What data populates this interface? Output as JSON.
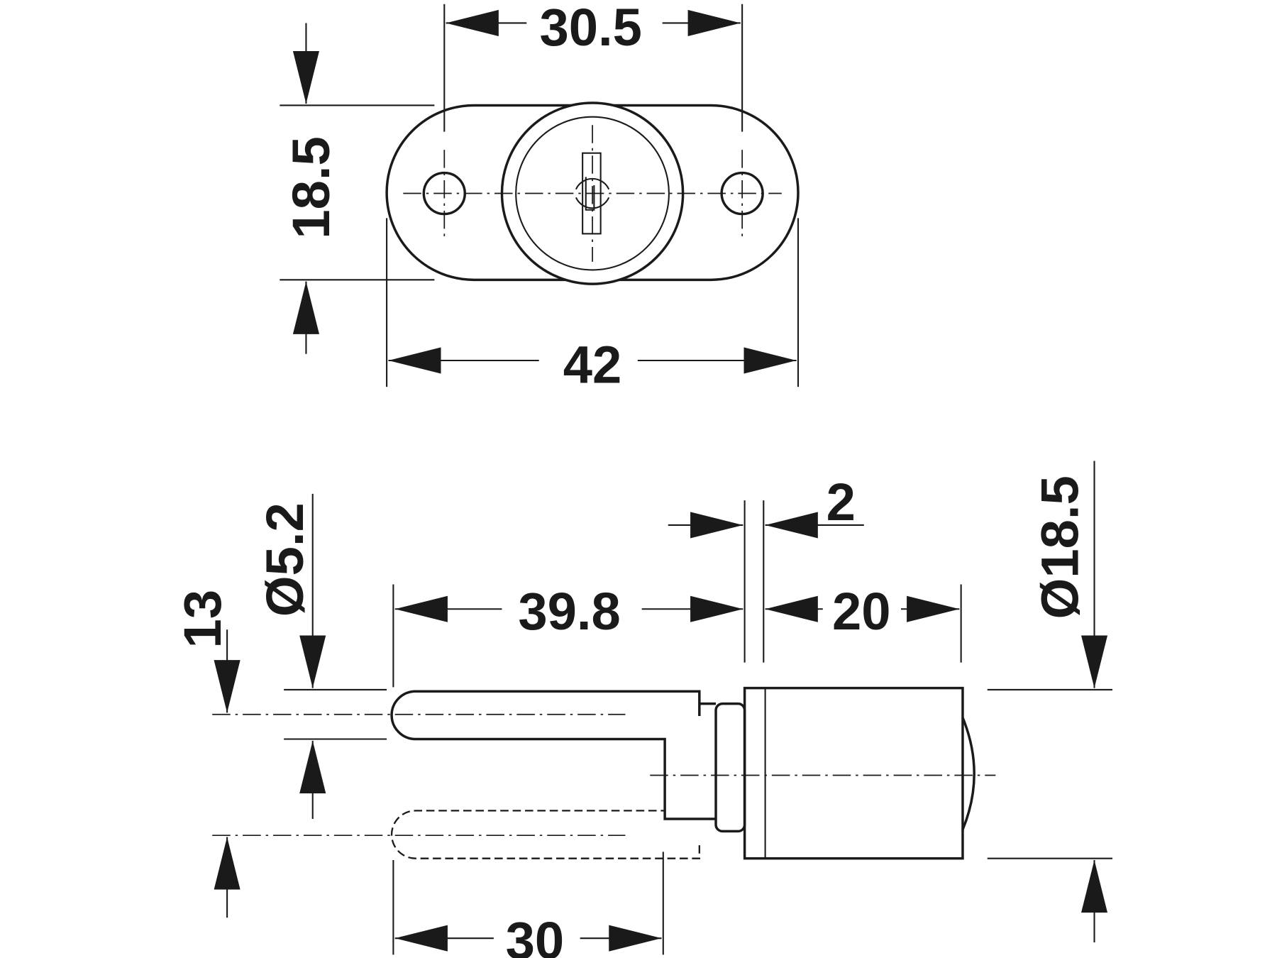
{
  "drawing": {
    "top_view": {
      "width_hole_spacing": "30.5",
      "height": "18.5",
      "overall_width": "42"
    },
    "side_view": {
      "pin_diameter": "Ø5.2",
      "pin_travel": "13",
      "pin_length": "39.8",
      "flange_thickness": "2",
      "body_length": "20",
      "body_diameter": "Ø18.5",
      "pin_extension": "30"
    }
  }
}
